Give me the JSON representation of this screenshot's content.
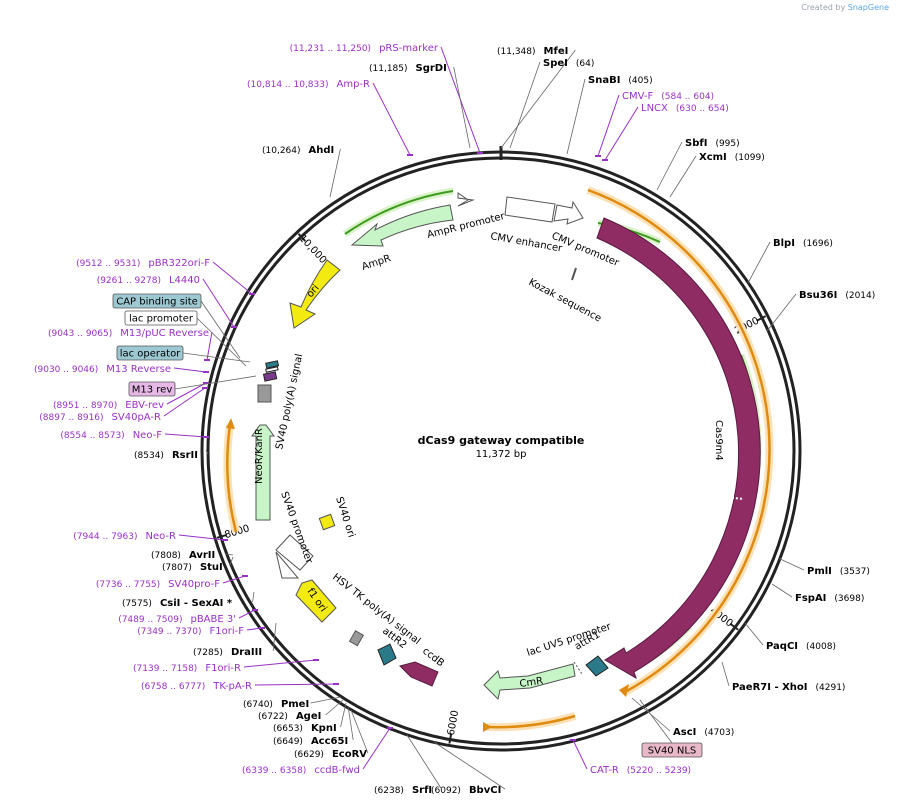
{
  "credit": {
    "prefix": "Created by",
    "brand": "SnapGene"
  },
  "title": "dCas9 gateway compatible",
  "length": "11,372 bp",
  "ticks": [
    {
      "label": "2000",
      "angle": 63
    },
    {
      "label": "4000",
      "angle": 127
    },
    {
      "label": "6000",
      "angle": 190
    },
    {
      "label": "8000",
      "angle": 253
    },
    {
      "label": "10,000",
      "angle": 317
    }
  ],
  "outer_features": [
    {
      "label": "CMV-F",
      "pos": "584 .. 604",
      "angle": 18.5
    },
    {
      "label": "LNCX",
      "pos": "630 .. 654",
      "angle": 20.1
    },
    {
      "label": "CAT-R",
      "pos": "5220 .. 5239",
      "angle": 165.3
    },
    {
      "label": "ccdB-fwd",
      "pos": "6339 .. 6358",
      "angle": 200.7
    },
    {
      "label": "TK-pA-R",
      "pos": "6758 .. 6777",
      "angle": 213.9
    },
    {
      "label": "F1ori-R",
      "pos": "7139 .. 7158",
      "angle": 226.0
    },
    {
      "label": "F1ori-F",
      "pos": "7349 .. 7370",
      "angle": 232.6
    },
    {
      "label": "pBABE 3'",
      "pos": "7489 .. 7509",
      "angle": 237.1
    },
    {
      "label": "SV40pro-F",
      "pos": "7736 .. 7755",
      "angle": 244.9
    },
    {
      "label": "Neo-R",
      "pos": "7944 .. 7963",
      "angle": 251.5
    },
    {
      "label": "Neo-F",
      "pos": "8554 .. 8573",
      "angle": 270.8
    },
    {
      "label": "SV40pA-R",
      "pos": "8897 .. 8916",
      "angle": 281.6
    },
    {
      "label": "EBV-rev",
      "pos": "8951 .. 8970",
      "angle": 283.4
    },
    {
      "label": "M13 Reverse",
      "pos": "9030 .. 9046",
      "angle": 285.9
    },
    {
      "label": "M13/pUC Reverse",
      "pos": "9043 .. 9065",
      "angle": 286.3
    },
    {
      "label": "L4440",
      "pos": "9261 .. 9278",
      "angle": 293.2
    },
    {
      "label": "pBR322ori-F",
      "pos": "9512 .. 9531",
      "angle": 301.2
    },
    {
      "label": "Amp-R",
      "pos": "10,814 .. 10,833",
      "angle": 342.4
    },
    {
      "label": "pRS-marker",
      "pos": "11,231 .. 11,250",
      "angle": 355.6
    }
  ],
  "enzymes": [
    {
      "name": "MfeI",
      "pos": "11,348"
    },
    {
      "name": "SpeI",
      "pos": "64"
    },
    {
      "name": "SnaBI",
      "pos": "405"
    },
    {
      "name": "SbfI",
      "pos": "995"
    },
    {
      "name": "XcmI",
      "pos": "1099"
    },
    {
      "name": "BlpI",
      "pos": "1696"
    },
    {
      "name": "Bsu36I",
      "pos": "2014"
    },
    {
      "name": "PmlI",
      "pos": "3537"
    },
    {
      "name": "FspAI",
      "pos": "3698"
    },
    {
      "name": "PaqCI",
      "pos": "4008"
    },
    {
      "name": "PaeR7I - XhoI",
      "pos": "4291"
    },
    {
      "name": "AscI",
      "pos": "4703"
    },
    {
      "name": "BbvCI",
      "pos": "6092"
    },
    {
      "name": "SrfI",
      "pos": "6238"
    },
    {
      "name": "EcoRV",
      "pos": "6629"
    },
    {
      "name": "Acc65I",
      "pos": "6649"
    },
    {
      "name": "KpnI",
      "pos": "6653"
    },
    {
      "name": "AgeI",
      "pos": "6722"
    },
    {
      "name": "PmeI",
      "pos": "6740"
    },
    {
      "name": "DraIII",
      "pos": "7285"
    },
    {
      "name": "CsiI - SexAI *",
      "pos": "7575"
    },
    {
      "name": "StuI",
      "pos": "7807"
    },
    {
      "name": "AvrII",
      "pos": "7808"
    },
    {
      "name": "RsrII",
      "pos": "8534"
    },
    {
      "name": "AhdI",
      "pos": "10,264"
    },
    {
      "name": "SgrDI",
      "pos": "11,185"
    }
  ],
  "boxed_labels": [
    "CAP binding site",
    "lac promoter",
    "lac operator",
    "M13 rev",
    "SV40 NLS"
  ],
  "inner_features": [
    "AmpR promoter",
    "CMV enhancer",
    "CMV promoter",
    "Kozak sequence",
    "Cas9m4",
    "AmpR",
    "ori",
    "SV40 poly(A) signal",
    "NeoR/KanR",
    "SV40 ori",
    "SV40 promoter",
    "f1 ori",
    "HSV TK poly(A) signal",
    "attR2",
    "ccdB",
    "lac UV5 promoter",
    "attR1",
    "CmR"
  ],
  "colors": {
    "enzyme": "#000000",
    "primer": "#9b30c9",
    "cas9": "#8e2c63",
    "amp": "#c8f5c8",
    "ori": "#f2ea10",
    "attr": "#2a7a8a",
    "orange_orf": "#e08a10",
    "green_orf": "#3f9a20",
    "lac_box": "#9cc8d2",
    "m13_box": "#e6b8e6",
    "nls_box": "#e8b8c8"
  }
}
